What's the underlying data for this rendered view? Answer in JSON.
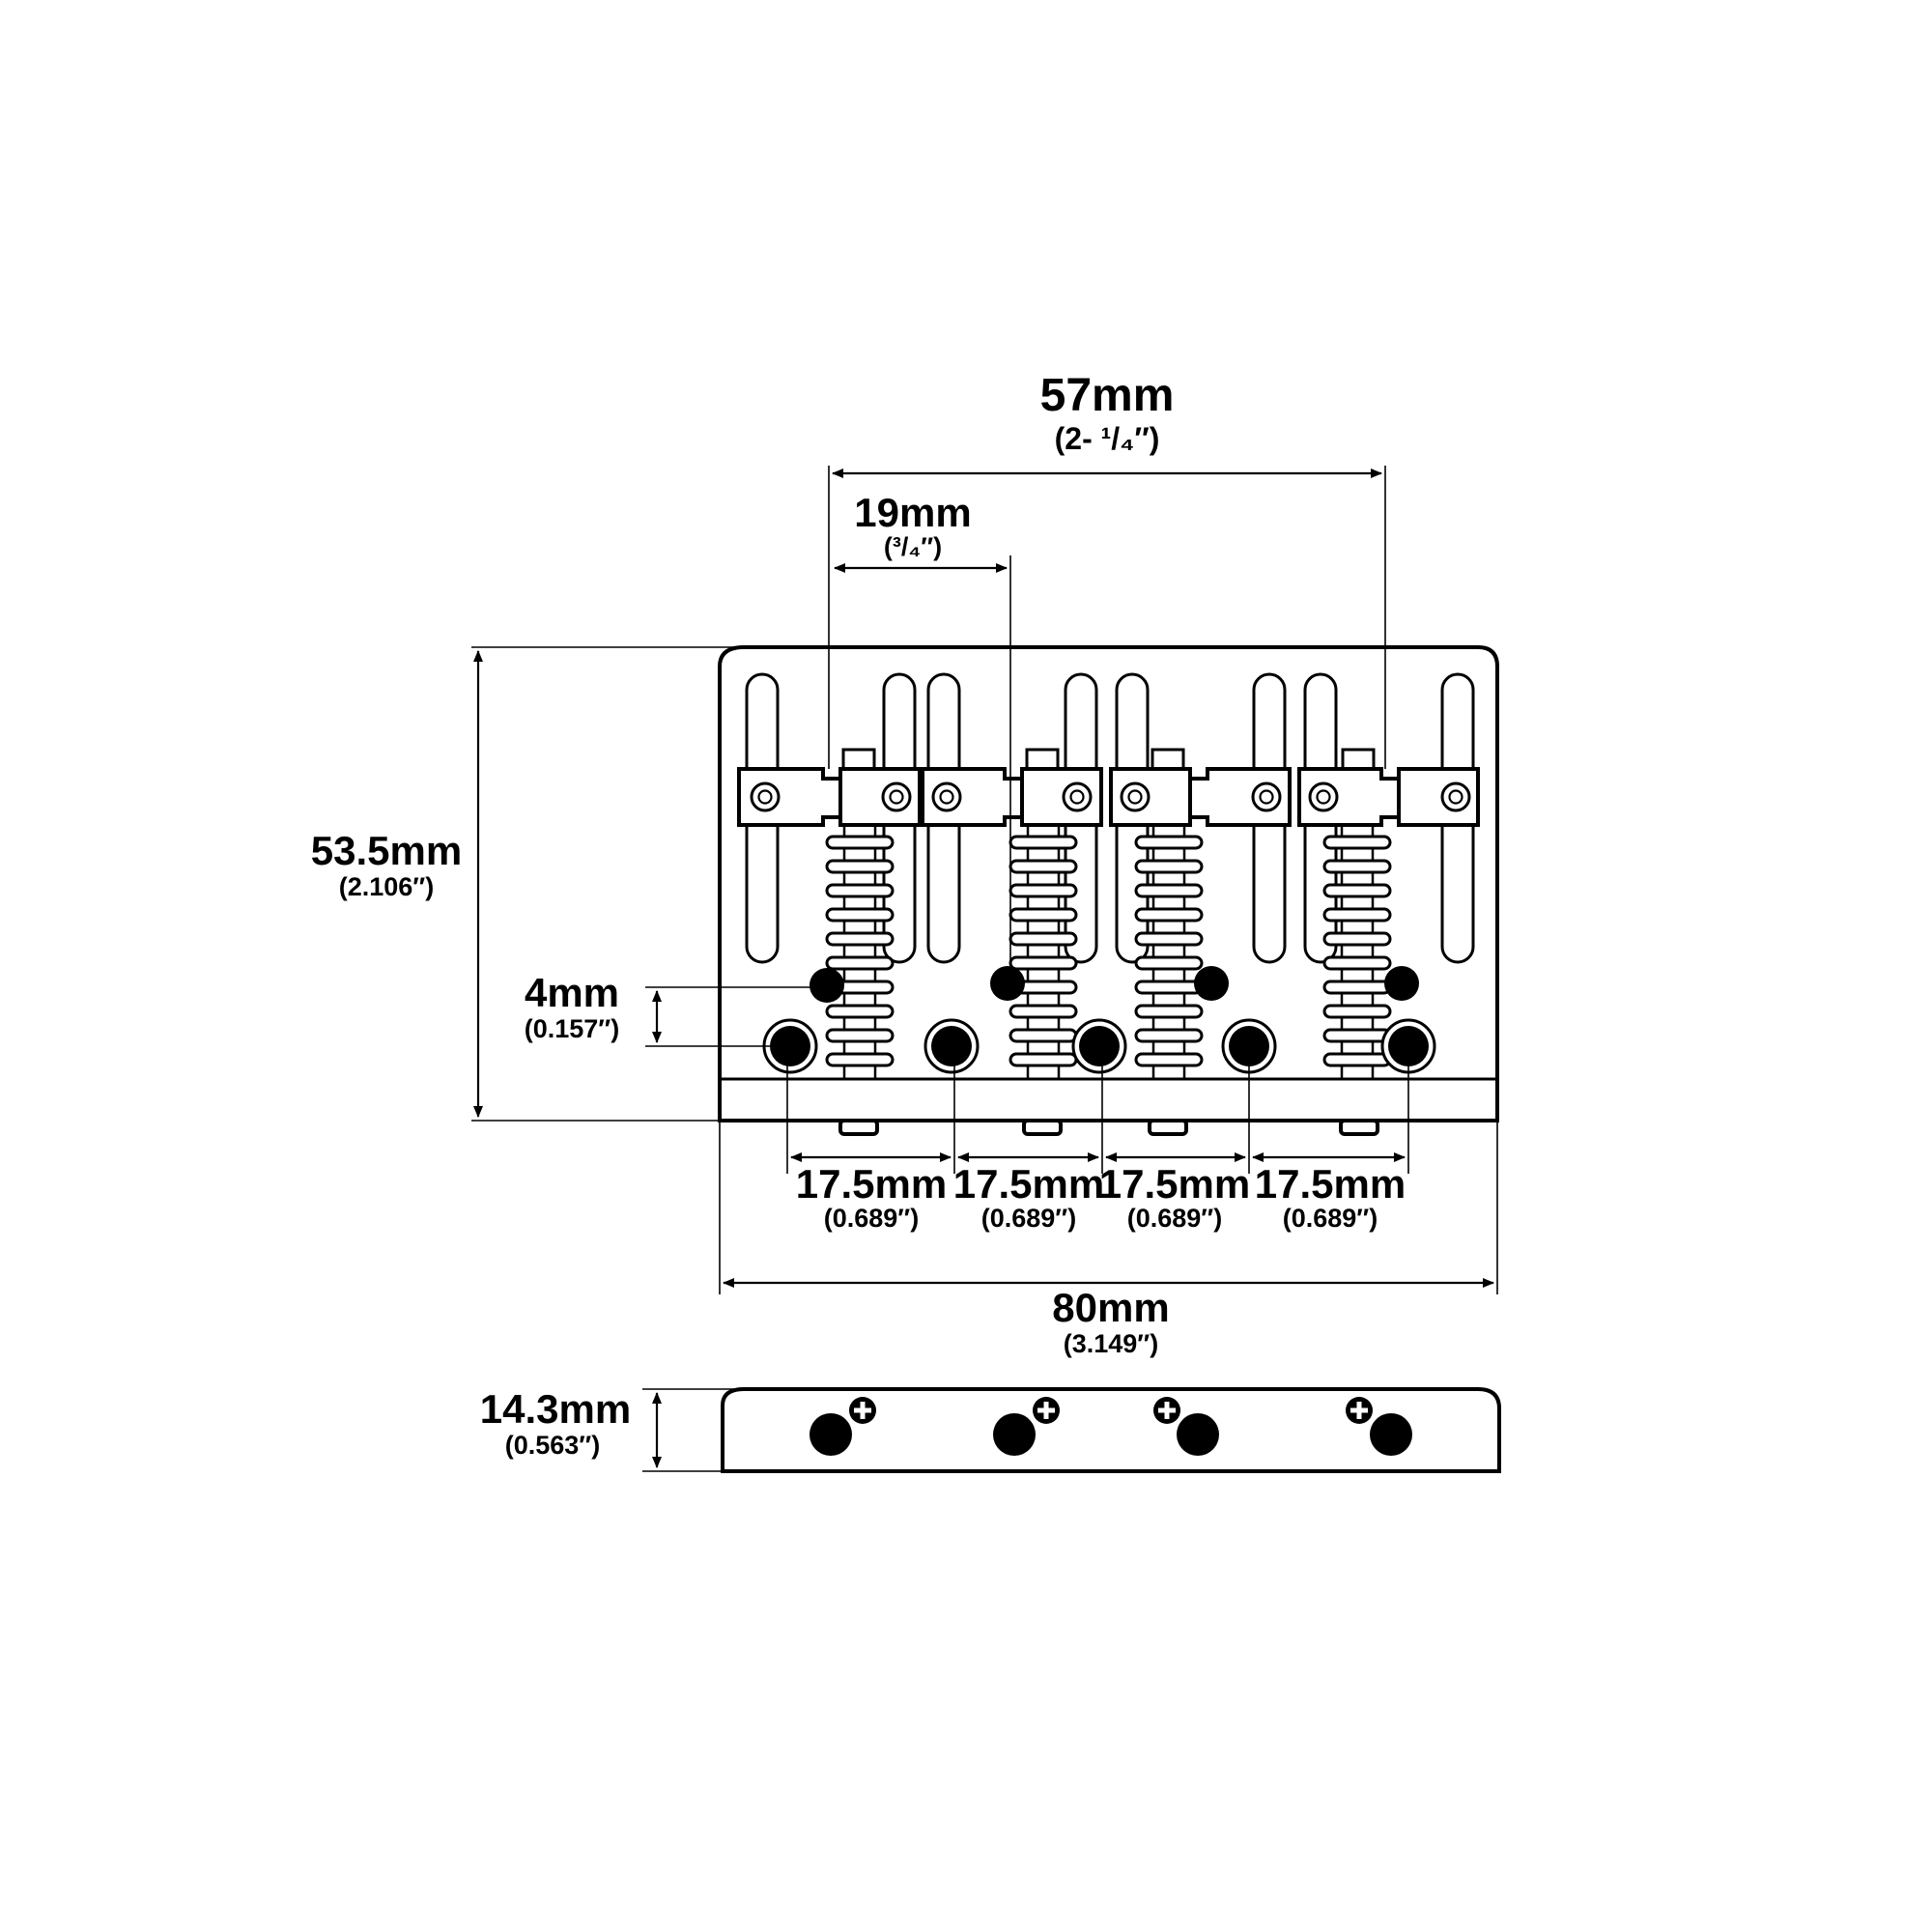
{
  "dimensions": {
    "overall_span": {
      "mm": "57mm",
      "inch": "(2- ¹/₄″)"
    },
    "saddle_pitch": {
      "mm": "19mm",
      "inch": "(³/₄″)"
    },
    "height": {
      "mm": "53.5mm",
      "inch": "(2.106″)"
    },
    "screw_offset": {
      "mm": "4mm",
      "inch": "(0.157″)"
    },
    "hole_spacing": [
      {
        "mm": "17.5mm",
        "inch": "(0.689″)"
      },
      {
        "mm": "17.5mm",
        "inch": "(0.689″)"
      },
      {
        "mm": "17.5mm",
        "inch": "(0.689″)"
      },
      {
        "mm": "17.5mm",
        "inch": "(0.689″)"
      }
    ],
    "width": {
      "mm": "80mm",
      "inch": "(3.149″)"
    },
    "side_height": {
      "mm": "14.3mm",
      "inch": "(0.563″)"
    }
  },
  "icons": {
    "phillips_screw": "phillips-screw-icon",
    "mounting_hole": "mounting-hole-icon"
  },
  "colors": {
    "ink": "#000000",
    "paper": "#ffffff"
  }
}
